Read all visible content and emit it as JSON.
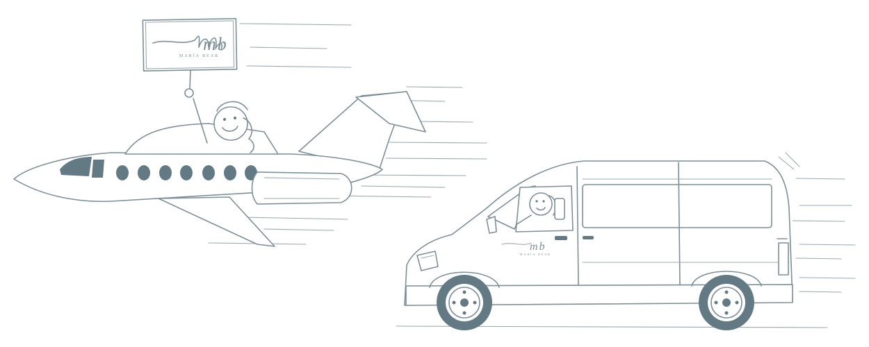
{
  "banner": {
    "logo_mark": "mb",
    "logo_name": "MARÍA BEAR"
  },
  "van": {
    "logo_mark": "mb",
    "logo_name": "MARÍA BEAR"
  },
  "colors": {
    "ink": "#7d8e96",
    "dark": "#637a84",
    "background": "#ffffff"
  }
}
